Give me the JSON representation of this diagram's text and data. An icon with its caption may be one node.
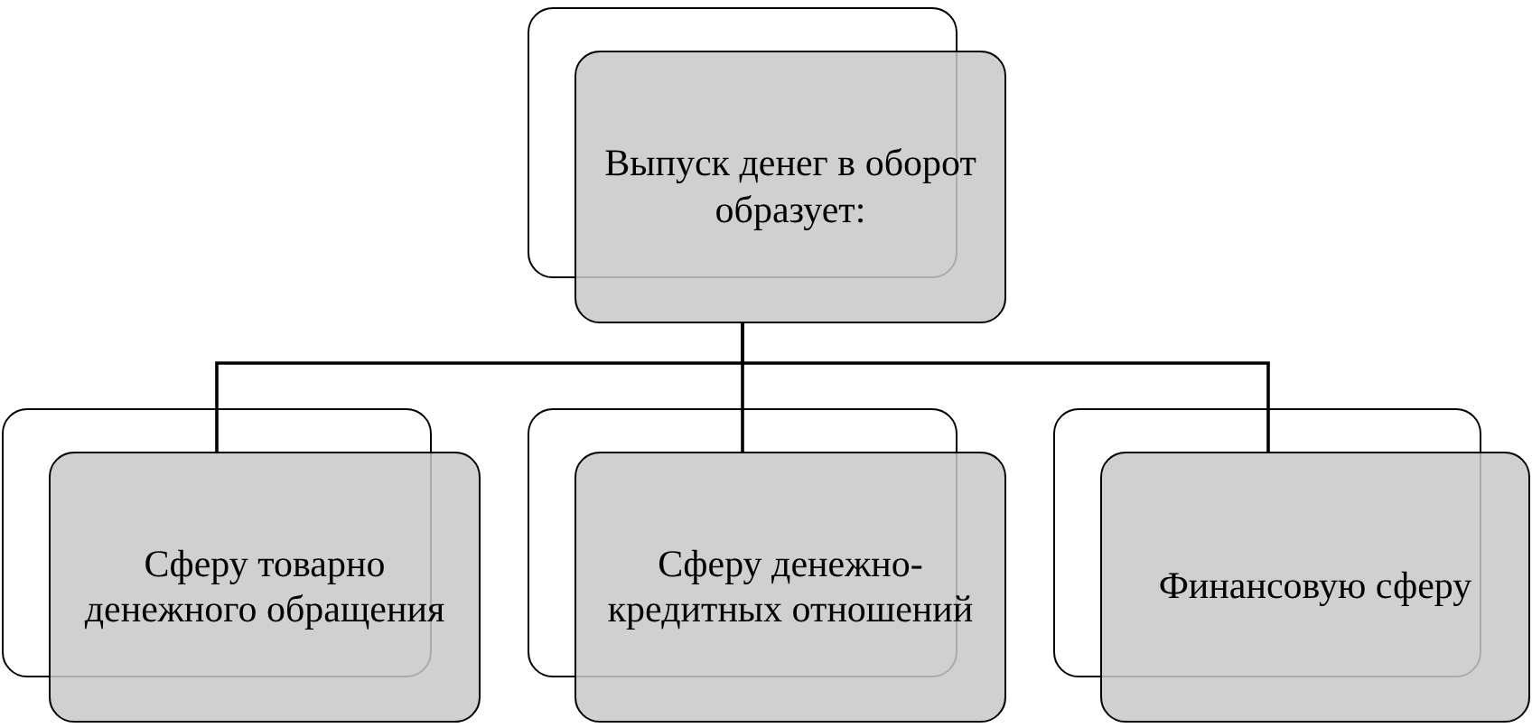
{
  "diagram": {
    "nodes": [
      {
        "text": [
          "Выпуск денег в оборот образует:"
        ]
      },
      {
        "text": [
          "Сферу товарно денежного обращения"
        ]
      },
      {
        "text": [
          "Сферу денежно-кредитных отношений"
        ]
      },
      {
        "text": [
          "Финансовую сферу"
        ]
      }
    ],
    "edges": [
      {
        "from": 0,
        "to": 1,
        "arrow": "none"
      },
      {
        "from": 0,
        "to": 2,
        "arrow": "none"
      },
      {
        "from": 0,
        "to": 3,
        "arrow": "none"
      }
    ]
  }
}
